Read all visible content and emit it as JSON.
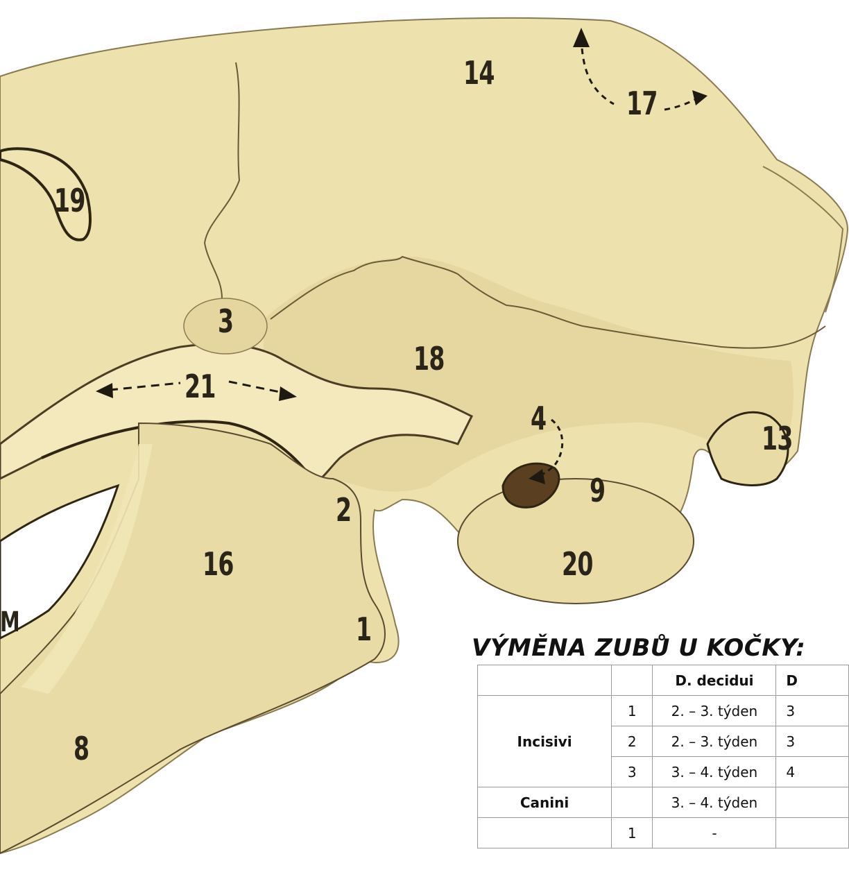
{
  "figure": {
    "labels": {
      "l14": "14",
      "l17": "17",
      "l19": "19",
      "l3": "3",
      "l18": "18",
      "l21": "21",
      "l4": "4",
      "l13": "13",
      "l9": "9",
      "l2": "2",
      "l16": "16",
      "l20": "20",
      "l1": "1",
      "l8": "8",
      "lm": "M"
    },
    "colors": {
      "bone": "#ede1ad",
      "shadow": "#c9b985",
      "line": "#5a4b2e",
      "label": "#2a2419"
    }
  },
  "table": {
    "title": "VÝMĚNA ZUBŮ U KOČKY:",
    "headers": [
      "",
      "",
      "D. decidui",
      "D"
    ],
    "rows": [
      {
        "group": "Incisivi",
        "num": "1",
        "decidui": "2. – 3. týden",
        "next": "3"
      },
      {
        "group": "",
        "num": "2",
        "decidui": "2. – 3. týden",
        "next": "3"
      },
      {
        "group": "",
        "num": "3",
        "decidui": "3. – 4. týden",
        "next": "4"
      },
      {
        "group": "Canini",
        "num": "",
        "decidui": "3. – 4. týden",
        "next": ""
      },
      {
        "group": "",
        "num": "1",
        "decidui": "-",
        "next": ""
      }
    ]
  }
}
